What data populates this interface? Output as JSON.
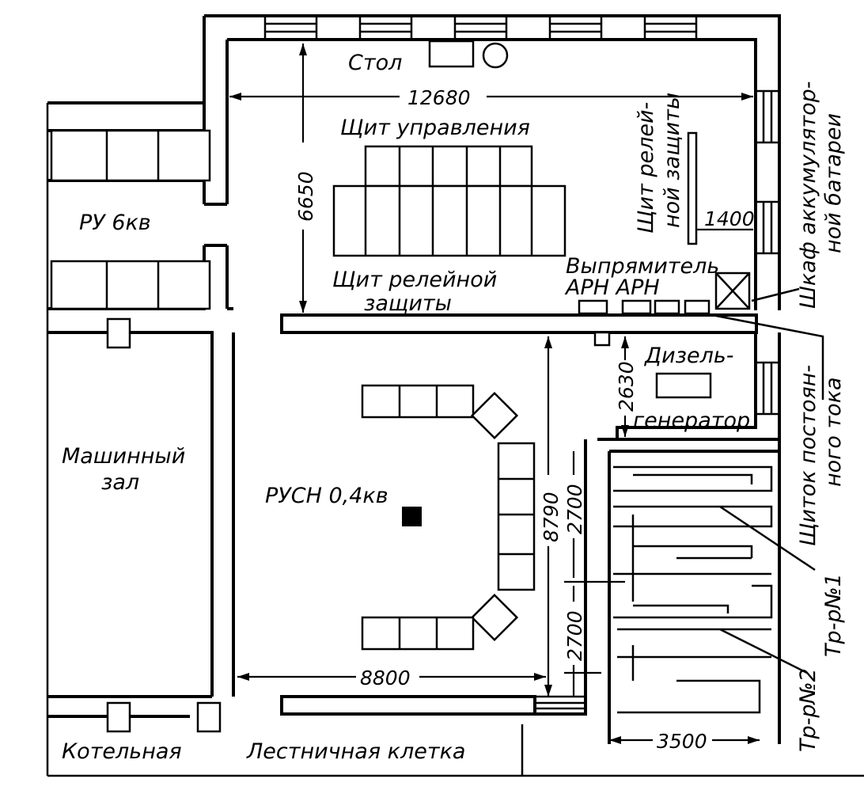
{
  "labels": {
    "stol": "Стол",
    "shchit_upravleniya": "Щит управления",
    "shchit_releynoy_zashchity_side_1": "Щит релей-",
    "shchit_releynoy_zashchity_side_2": "ной защиты",
    "shchit_releynoy_1": "Щит релейной",
    "shchit_releynoy_2": "защиты",
    "vypryamitel": "Выпрямитель",
    "arn": "АРН  АРН",
    "shkaf_1": "Шкаф аккумулятор-",
    "shkaf_2": "ной батареи",
    "ru_6kv": "РУ  6кв",
    "mashinny_1": "Машинный",
    "mashinny_2": "зал",
    "rusn": "РУСН 0,4кв",
    "dizel_1": "Дизель-",
    "dizel_2": "генератор",
    "shchitok_1": "Щиток постоян-",
    "shchitok_2": "ного тока",
    "tr1": "Тр-р№1",
    "tr2": "Тр-р№2",
    "kotelnaya": "Котельная",
    "lestnichnaya": "Лестничная клетка"
  },
  "dimensions": {
    "d12680": "12680",
    "d6650": "6650",
    "d1400": "1400",
    "d2630": "2630",
    "d8790": "8790",
    "d2700a": "2700",
    "d2700b": "2700",
    "d8800": "8800",
    "d3500": "3500"
  }
}
